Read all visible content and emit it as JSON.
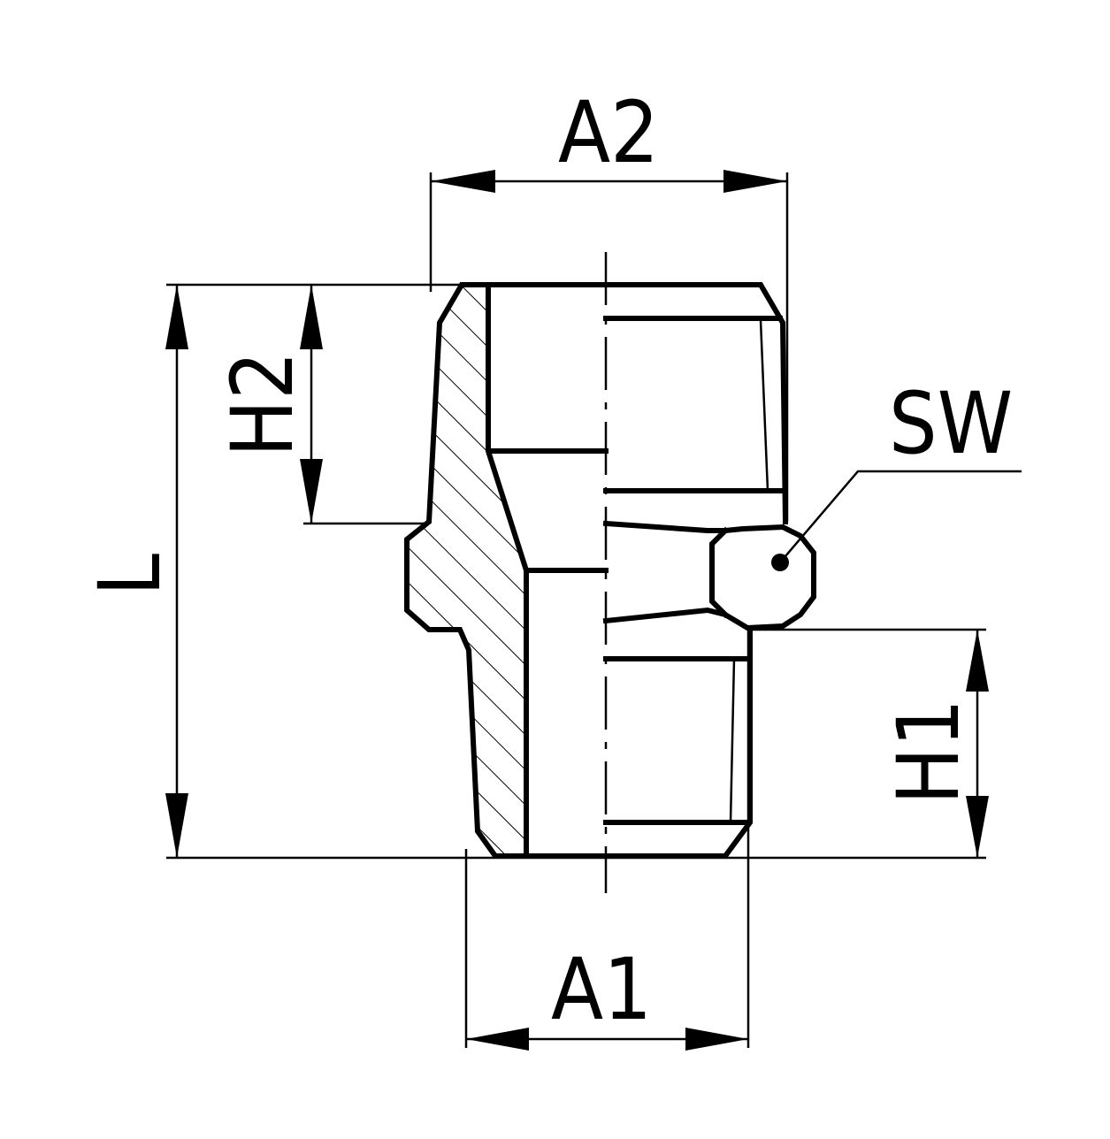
{
  "labels": {
    "a2": "A2",
    "a1": "A1",
    "h2": "H2",
    "h1": "H1",
    "l": "L",
    "sw": "SW"
  }
}
